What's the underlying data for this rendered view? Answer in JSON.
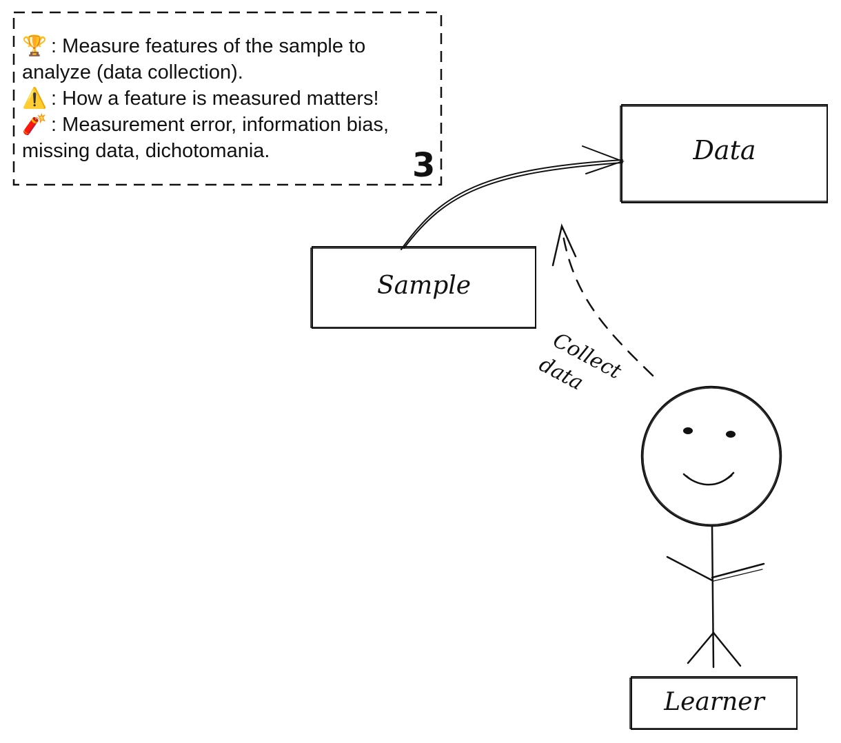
{
  "note": {
    "lines": [
      {
        "icon": "🏆",
        "icon_name": "trophy-icon",
        "text": " : Measure features of the sample to"
      },
      {
        "icon": "",
        "icon_name": "",
        "text": "analyze (data collection)."
      },
      {
        "icon": "⚠️",
        "icon_name": "warning-icon",
        "text": " : How a feature is measured matters!"
      },
      {
        "icon": "🧨",
        "icon_name": "firecracker-icon",
        "text": " : Measurement error, information bias,"
      },
      {
        "icon": "",
        "icon_name": "",
        "text": "missing data, dichotomania."
      }
    ],
    "step": "3"
  },
  "nodes": {
    "data": "Data",
    "sample": "Sample",
    "learner": "Learner"
  },
  "edges": {
    "collect_label_line1": "Collect",
    "collect_label_line2": "data"
  }
}
